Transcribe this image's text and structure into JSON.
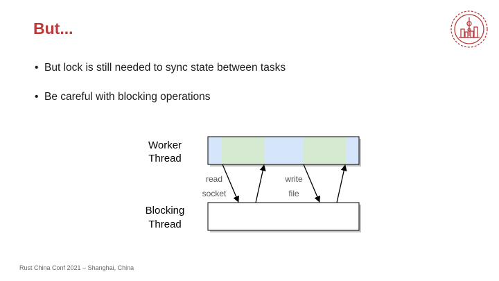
{
  "slide": {
    "title": "But...",
    "bullets": [
      "But lock is still needed to sync state between tasks",
      "Be careful with blocking operations"
    ],
    "footer": "Rust China Conf 2021 – Shanghai, China"
  },
  "logo": {
    "icon": "conference-skyline-logo-icon",
    "color": "#b83a3a"
  },
  "diagram": {
    "worker_label": [
      "Worker",
      "Thread"
    ],
    "blocking_label": [
      "Blocking",
      "Thread"
    ],
    "arrow_labels": {
      "read": [
        "read",
        "socket"
      ],
      "write": [
        "write",
        "file"
      ]
    },
    "colors": {
      "worker_fill": "#d6e6fa",
      "busy_fill": "#d6ead1",
      "stroke": "#000000",
      "label_gray": "#555555"
    }
  }
}
